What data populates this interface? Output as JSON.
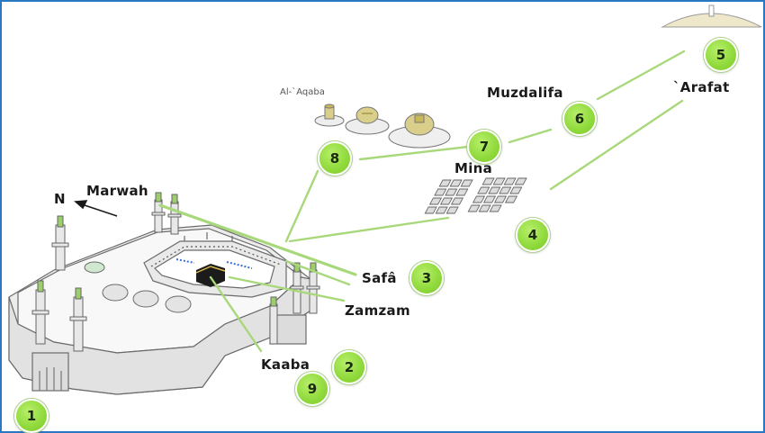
{
  "labels": {
    "north": "N",
    "marwah": "Marwah",
    "al_aqaba": "Al-`Aqaba",
    "muzdalifa": "Muzdalifa",
    "arafat": "`Arafat",
    "mina": "Mina",
    "safa": "Safâ",
    "zamzam": "Zamzam",
    "kaaba": "Kaaba"
  },
  "badges": [
    "1",
    "2",
    "3",
    "4",
    "5",
    "6",
    "7",
    "8",
    "9"
  ],
  "colors": {
    "route_line": "#a8d87a",
    "badge_fill": "#8fd93b",
    "frame_border": "#2b78c2",
    "building_stroke": "#6b6b6b"
  }
}
